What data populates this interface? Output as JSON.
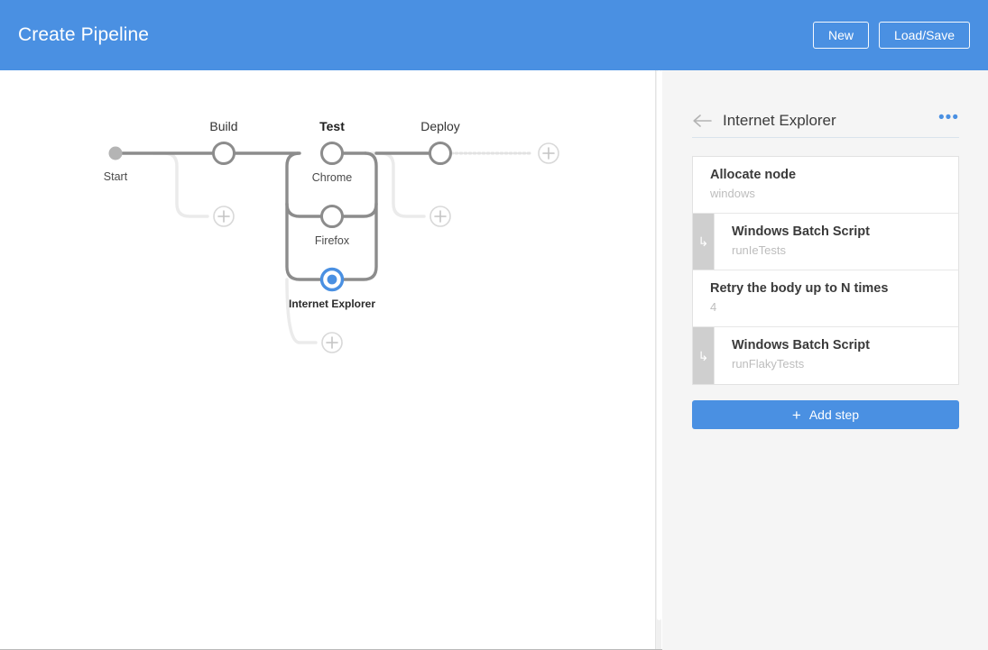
{
  "header": {
    "title": "Create Pipeline",
    "buttons": [
      {
        "label": "New",
        "name": "new-button"
      },
      {
        "label": "Load/Save",
        "name": "load-save-button"
      }
    ],
    "background_color": "#4a90e2"
  },
  "canvas": {
    "start_label": "Start",
    "stages": [
      {
        "label": "Build",
        "selected": false
      },
      {
        "label": "Test",
        "selected": true
      },
      {
        "label": "Deploy",
        "selected": false
      }
    ],
    "parallel_nodes": [
      {
        "label": "Chrome",
        "selected": false
      },
      {
        "label": "Firefox",
        "selected": false
      },
      {
        "label": "Internet Explorer",
        "selected": true
      }
    ],
    "add_buttons": [
      {
        "name": "add-parallel-build"
      },
      {
        "name": "add-parallel-deploy"
      },
      {
        "name": "add-parallel-test"
      },
      {
        "name": "add-stage-end"
      }
    ],
    "colors": {
      "line": "#8c8c8c",
      "line_faint": "#e8e8e8",
      "node_stroke": "#8c8c8c",
      "selected": "#4a90e2",
      "start_dot": "#b4b4b4"
    }
  },
  "panel": {
    "title": "Internet Explorer",
    "back_icon": "back-arrow-icon",
    "menu_label": "•••",
    "steps": [
      {
        "title": "Allocate node",
        "subtitle": "windows",
        "nested": false
      },
      {
        "title": "Windows Batch Script",
        "subtitle": "runIeTests",
        "nested": true,
        "gutter_glyph": "↳"
      },
      {
        "title": "Retry the body up to N times",
        "subtitle": "4",
        "nested": false
      },
      {
        "title": "Windows Batch Script",
        "subtitle": "runFlakyTests",
        "nested": true,
        "gutter_glyph": "↳"
      }
    ],
    "add_step": {
      "label": "Add step",
      "plus": "+"
    },
    "accent_color": "#4a90e2"
  }
}
